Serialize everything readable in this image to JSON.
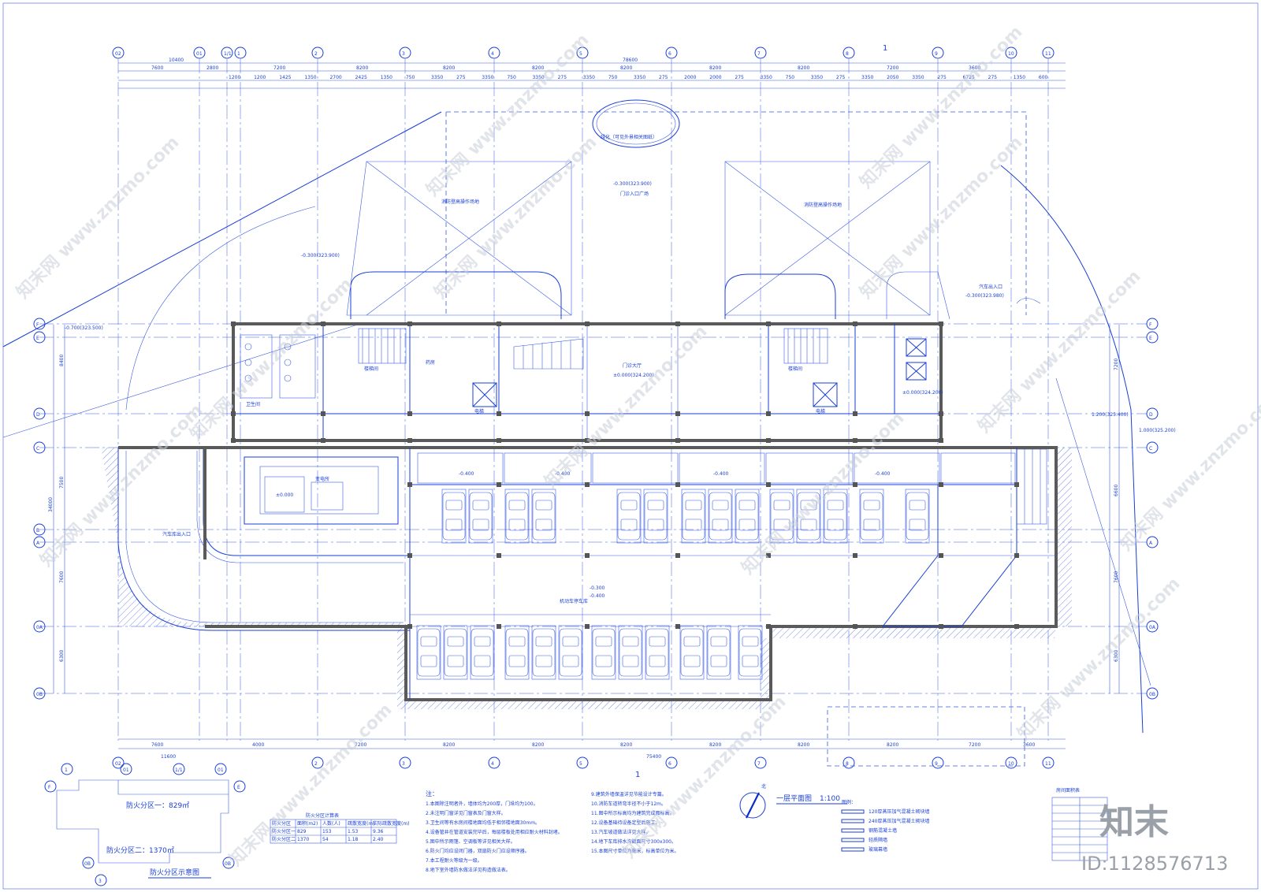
{
  "drawing": {
    "title": "一层平面图",
    "scale": "1:100",
    "north_label": "北",
    "id_text": "ID:1128576713",
    "watermark_site": "www.znzmo.com",
    "watermark_cn": "知末网",
    "logo_text": "知末",
    "top_marker": "1",
    "bottom_marker": "1"
  },
  "grid_axes": {
    "top": [
      "02",
      "01",
      "1/1",
      "1",
      "2",
      "3",
      "4",
      "5",
      "6",
      "7",
      "8",
      "9",
      "10",
      "11"
    ],
    "bottom": [
      "02",
      "2",
      "3",
      "4",
      "5",
      "6",
      "7",
      "8",
      "9",
      "10",
      "11"
    ],
    "left": [
      "F",
      "E",
      "D",
      "C",
      "B",
      "A",
      "0A",
      "0B"
    ],
    "right": [
      "F",
      "E",
      "D",
      "C",
      "A",
      "0A",
      "0B"
    ]
  },
  "dimensions": {
    "top_overall_left": "10400",
    "top_overall_main": "78600",
    "top_row2": [
      "7600",
      "2800",
      "7200",
      "8200",
      "8200",
      "8200",
      "8200",
      "8200",
      "8200",
      "7200",
      "3600"
    ],
    "top_row3": [
      "1200",
      "1200",
      "1425",
      "1350",
      "2700",
      "2425",
      "1350",
      "750",
      "3350",
      "275",
      "3350",
      "750",
      "3350",
      "275",
      "3350",
      "750",
      "3350",
      "275",
      "2000",
      "2000",
      "275",
      "3350",
      "750",
      "3350",
      "275",
      "3350",
      "2050",
      "3350",
      "275",
      "6725",
      "275",
      "1350",
      "600"
    ],
    "bottom_overall_left": "11600",
    "bottom_overall_main": "75400",
    "bottom_row": [
      "7600",
      "4000",
      "7200",
      "8200",
      "8200",
      "8200",
      "8200",
      "8200",
      "8200",
      "7200",
      "3600"
    ],
    "left_overall": "34000",
    "left_parts": [
      "8400",
      "7500",
      "7600",
      "6300"
    ],
    "right_parts": [
      "7200",
      "6600",
      "7600",
      "6300"
    ]
  },
  "elevations": {
    "plaza": "-0.300(323.900)",
    "west": "-0.700(323.500)",
    "east_top": "-0.300(323.980)",
    "east_d": "1.200(325.400)",
    "east_c": "1.000(325.200)",
    "lobby": "±0.000(324.200)",
    "garage": "-0.400",
    "floor": "±0.000",
    "garage2": "-0.300"
  },
  "labels": {
    "fire_lane_left": "消防登高操作场地",
    "fire_lane_right": "消防登高操作场地",
    "plaza": "门诊入口广场",
    "lobby": "门诊大厅",
    "garage": "机动车停车库",
    "car_entry": "汽车库出入口",
    "elliptical_note": "绿化（可见外景相关图纸）",
    "right_entry": "汽车出入口",
    "pharmacy": "药房",
    "equipment": "变电所",
    "stair": "楼梯间",
    "elevator": "电梯",
    "toilet": "卫生间"
  },
  "fire_zones": {
    "title": "防火分区示意图",
    "zone1": "防火分区一：829㎡",
    "zone2": "防火分区二：1370㎡"
  },
  "stats_table": {
    "title": "防火分区计算表",
    "headers": [
      "防火分区",
      "面积(m2)",
      "人数(人)",
      "疏散宽度(m)",
      "实际疏散宽度(m)"
    ],
    "rows": [
      [
        "防火分区一",
        "829",
        "153",
        "1.53",
        "9.36"
      ],
      [
        "防火分区二",
        "1370",
        "54",
        "1.18",
        "2.40"
      ]
    ]
  },
  "notes": {
    "title": "注：",
    "items": [
      "1.本图除注明者外，墙体均为200厚，门垛均为100。",
      "2.未注明门窗详见门窗表及门窗大样。",
      "3.卫生间等有水房间楼地面均低于相邻楼地面30mm。",
      "4.设备管井在管道安装完毕后，每层楼板处用相应耐火材料封堵。",
      "5.图中所示雨篷、空调板等详见相关大样。",
      "6.防火门均应设闭门器，双扇防火门应设顺序器。",
      "7.本工程耐火等级为一级。",
      "8.地下室外墙防水做法详见构造做法表。"
    ]
  },
  "notes2": {
    "items": [
      "9.建筑外墙保温详见节能设计专篇。",
      "10.消防车道转弯半径不小于12m。",
      "11.图中所示标高均为建筑完成面标高。",
      "12.设备基础待设备定型后施工。",
      "13.汽车坡道做法详见大样。",
      "14.地下车库排水沟截面尺寸300x300。",
      "15.本图尺寸单位为毫米，标高单位为米。"
    ]
  },
  "legend": {
    "title": "图例：",
    "items": [
      "120厚蒸压加气混凝土砌块墙",
      "240厚蒸压加气混凝土砌块墙",
      "钢筋混凝土墙",
      "轻质隔墙",
      "玻璃幕墙"
    ]
  },
  "room_stats": {
    "title": "房间面积表"
  }
}
